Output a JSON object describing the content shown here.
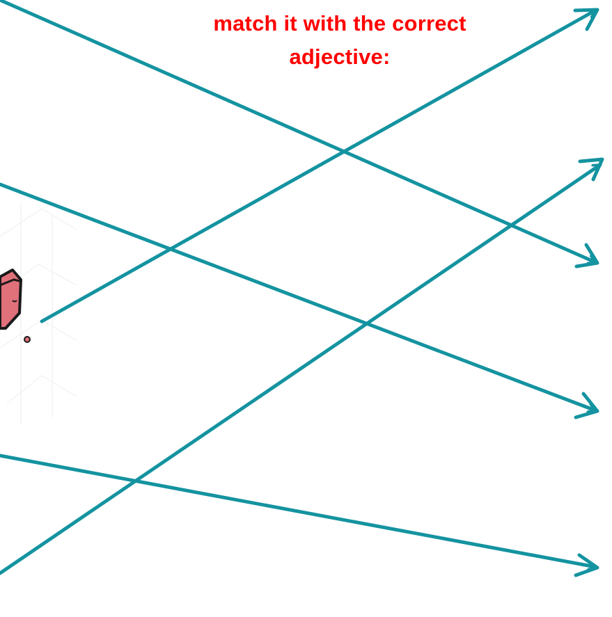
{
  "instruction": {
    "line1": "match it with the correct",
    "line2": "adjective:"
  },
  "colors": {
    "instruction_text": "#ff0000",
    "arrow": "#1493a0",
    "eraser_fill": "#e0707a",
    "eraser_outline": "#1a1a1a"
  },
  "icons": {
    "eraser": "pink-eraser-clipart"
  }
}
